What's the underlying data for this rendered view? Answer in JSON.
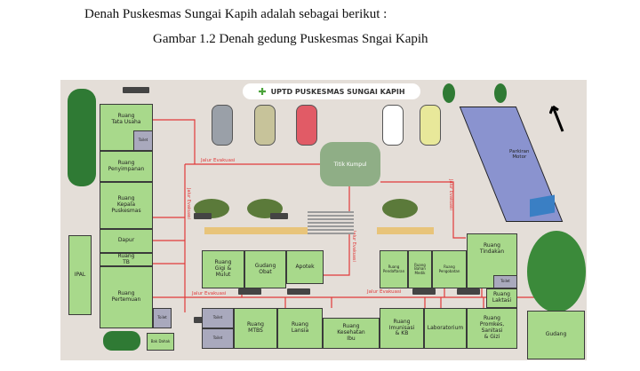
{
  "document": {
    "intro": "Denah Puskesmas Sungai Kapih adalah sebagai berikut :",
    "caption": "Gambar 1.2  Denah gedung  Puskesmas Sngai Kapih"
  },
  "plan": {
    "banner": "UPTD PUSKESMAS SUNGAI KAPIH",
    "north": "U",
    "evac_label": "Jalur Evakuasi",
    "assembly": "Titik Kumpul",
    "motor_parking": "Parkiran\nMotor",
    "rooms": {
      "tata_usaha": "Ruang\nTata Usaha",
      "toilet": "Toilet",
      "penyimpanan": "Ruang\nPenyimpanan",
      "kepala": "Ruang\nKepala\nPuskesmas",
      "dapur": "Dapur",
      "tb": "Ruang\nTB",
      "pertemuan": "Ruang\nPertemuan",
      "ipal": "IPAL",
      "bak": "Bak Dahak",
      "gigi": "Ruang\nGigi &\nMulut",
      "gudang_obat": "Gudang\nObat",
      "apotek": "Apotek",
      "mtbs": "Ruang\nMTBS",
      "lansia": "Ruang\nLansia",
      "kesehatan_ibu": "Ruang\nKesehatan\nIbu",
      "imunisasi": "Ruang\nImunisasi\n& KB",
      "laboratorium": "Laboratorium",
      "promkes": "Ruang\nPromkes,\nSanitasi\n& Gizi",
      "pendaftaran": "Ruang\nPendaftaran",
      "bahan_medik": "Ruang\nBahan\nMedik",
      "pengobatan": "Ruang\nPengobatan",
      "tindakan": "Ruang\nTindakan",
      "laktasi": "Ruang\nLaktasi",
      "gudang": "Gudang"
    }
  },
  "colors": {
    "room": "#a8d98b",
    "toilet": "#a9a9bd",
    "evac": "#e03a3a",
    "ground": "#e4ded8"
  }
}
